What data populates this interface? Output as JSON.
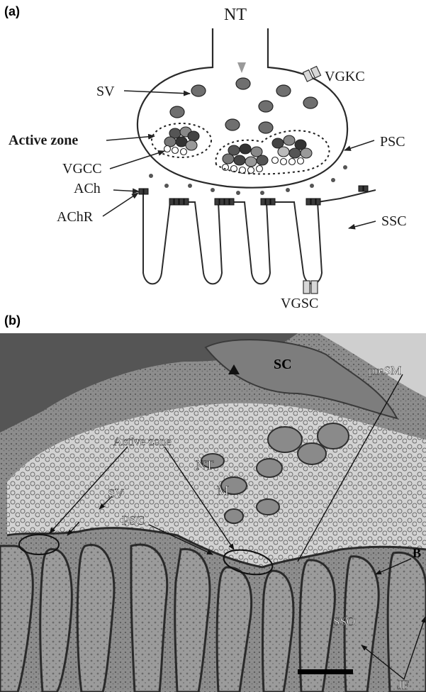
{
  "panel_a": {
    "label": "(a)",
    "labels": {
      "nt": "NT",
      "vgkc": "VGKC",
      "sv": "SV",
      "active_zone": "Active zone",
      "psc": "PSC",
      "vgcc": "VGCC",
      "ach": "ACh",
      "achr": "AChR",
      "ssc": "SSC",
      "vgsc": "VGSC"
    }
  },
  "panel_b": {
    "label": "(b)",
    "labels": {
      "sc": "SC",
      "presm": "preSM",
      "active_zone": "Active zone",
      "nt": "NT",
      "m": "M",
      "sv": "SV",
      "psc": "PSC",
      "b": "B",
      "sso": "SSO",
      "jf": "JF"
    }
  }
}
